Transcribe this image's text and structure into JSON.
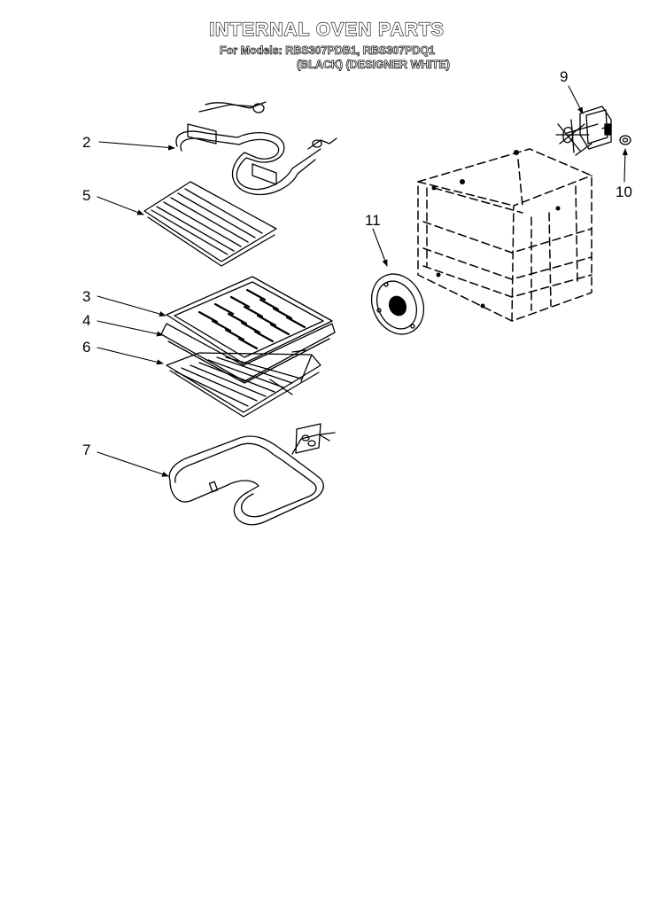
{
  "header": {
    "title": "INTERNAL OVEN PARTS",
    "models_line": "For Models: RBS307PDB1, RBS307PDQ1",
    "finish_line": "(BLACK)  (DESIGNER WHITE)"
  },
  "callouts": {
    "c2": "2",
    "c5": "5",
    "c3": "3",
    "c4": "4",
    "c6": "6",
    "c7": "7",
    "c9": "9",
    "c10": "10",
    "c11": "11"
  }
}
